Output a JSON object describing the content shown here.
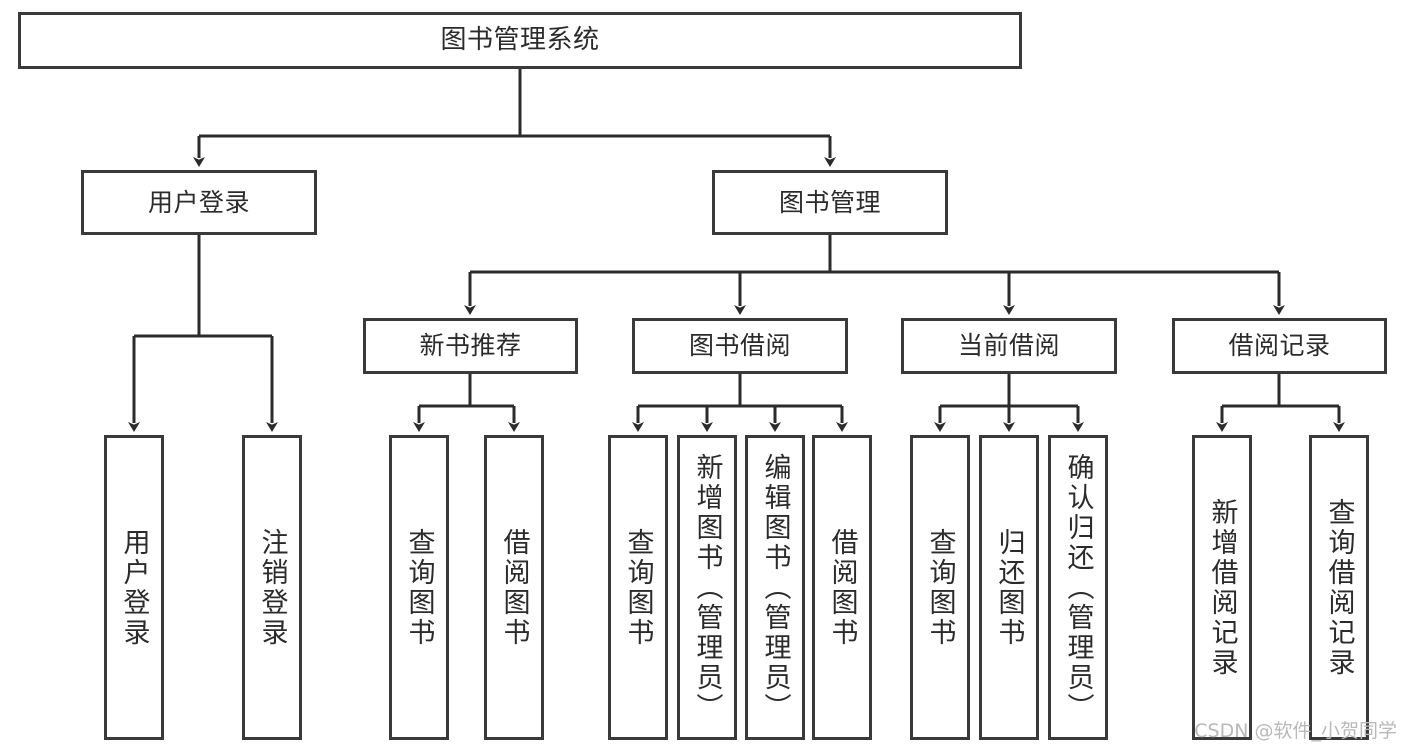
{
  "diagram": {
    "type": "tree",
    "title": "图书管理系统",
    "colors": {
      "box_border": "#3a3a3a",
      "box_fill": "#ffffff",
      "edge": "#2b2b2b",
      "text": "#2b2b2b",
      "watermark": "#b9b9b9",
      "background": "#ffffff"
    },
    "root": {
      "label": "图书管理系统"
    },
    "level2": [
      {
        "label": "用户登录"
      },
      {
        "label": "图书管理"
      }
    ],
    "level3": [
      {
        "label": "新书推荐"
      },
      {
        "label": "图书借阅"
      },
      {
        "label": "当前借阅"
      },
      {
        "label": "借阅记录"
      }
    ],
    "leaves_user_login": [
      {
        "label": "用户登录"
      },
      {
        "label": "注销登录"
      }
    ],
    "leaves_new_book": [
      {
        "label": "查询图书"
      },
      {
        "label": "借阅图书"
      }
    ],
    "leaves_borrow": [
      {
        "label": "查询图书"
      },
      {
        "label": "新增图书（管理员）"
      },
      {
        "label": "编辑图书（管理员）"
      },
      {
        "label": "借阅图书"
      }
    ],
    "leaves_current": [
      {
        "label": "查询图书"
      },
      {
        "label": "归还图书"
      },
      {
        "label": "确认归还（管理员）"
      }
    ],
    "leaves_records": [
      {
        "label": "新增借阅记录"
      },
      {
        "label": "查询借阅记录"
      }
    ]
  },
  "watermark": {
    "text": "CSDN @软件_小贺同学"
  }
}
